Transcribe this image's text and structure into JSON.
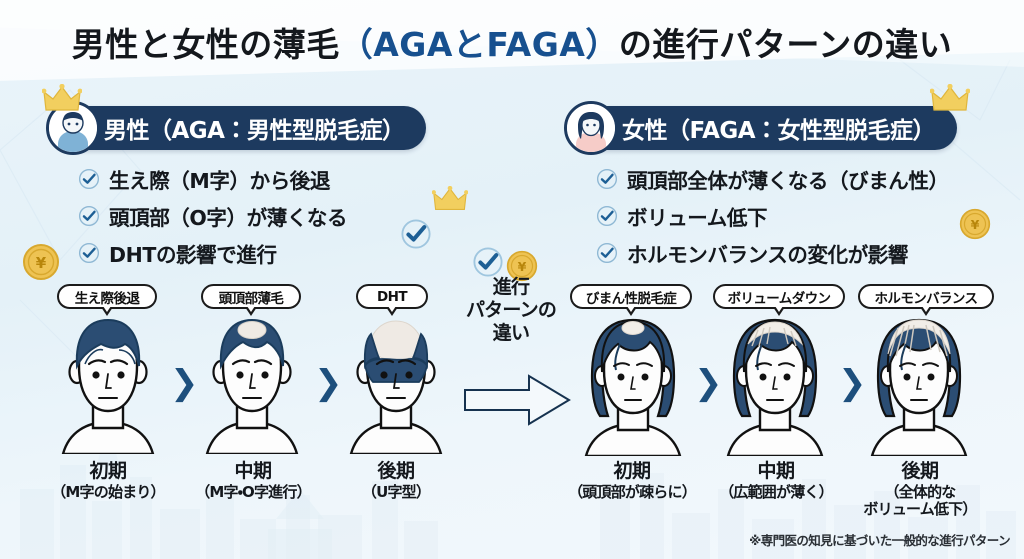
{
  "title": {
    "part1": "男性と女性の薄毛",
    "accent": "（AGAとFAGA）",
    "part2": "の進行パターンの違い"
  },
  "male": {
    "pill_label": "男性（AGA：男性型脱毛症）",
    "avatar_icon": "male-avatar-icon",
    "crown_icon": "crown-icon",
    "bullets": [
      "生え際（M字）から後退",
      "頭頂部（O字）が薄くなる",
      "DHTの影響で進行"
    ],
    "stages": [
      {
        "tag": "生え際後退",
        "caption_main": "初期",
        "caption_sub": "（M字の始まり）",
        "figure_icon": "male-head-stage1-icon"
      },
      {
        "tag": "頭頂部薄毛",
        "caption_main": "中期",
        "caption_sub": "（M字・O字進行）",
        "figure_icon": "male-head-stage2-icon"
      },
      {
        "tag": "DHT",
        "caption_main": "後期",
        "caption_sub": "（U字型）",
        "figure_icon": "male-head-stage3-icon"
      }
    ]
  },
  "female": {
    "pill_label": "女性（FAGA：女性型脱毛症）",
    "avatar_icon": "female-avatar-icon",
    "crown_icon": "crown-icon",
    "bullets": [
      "頭頂部全体が薄くなる（びまん性）",
      "ボリューム低下",
      "ホルモンバランスの変化が影響"
    ],
    "stages": [
      {
        "tag": "びまん性脱毛症",
        "caption_main": "初期",
        "caption_sub": "（頭頂部が疎らに）",
        "figure_icon": "female-head-stage1-icon"
      },
      {
        "tag": "ボリュームダウン",
        "caption_main": "中期",
        "caption_sub": "（広範囲が薄く）",
        "figure_icon": "female-head-stage2-icon"
      },
      {
        "tag": "ホルモンバランス",
        "caption_main": "後期",
        "caption_sub": "（全体的な\nボリューム低下）",
        "figure_icon": "female-head-stage3-icon"
      }
    ]
  },
  "center": {
    "line1": "進行",
    "line2": "パターンの",
    "line3": "違い",
    "arrow_icon": "right-arrow-icon"
  },
  "footnote": "※専門医の知見に基づいた一般的な進行パターン",
  "decorations": {
    "coin_icon": "yen-coin-icon",
    "check_icon": "check-circle-icon",
    "crown_icon": "crown-icon",
    "chevron_icon": "chevron-right-icon"
  },
  "colors": {
    "navy": "#1d3a5f",
    "accent_blue": "#17508f",
    "hair_blue": "#2b4d73",
    "background": "#e8f3f9",
    "gold": "#e8b93c",
    "check_blue": "#1d5f95"
  }
}
